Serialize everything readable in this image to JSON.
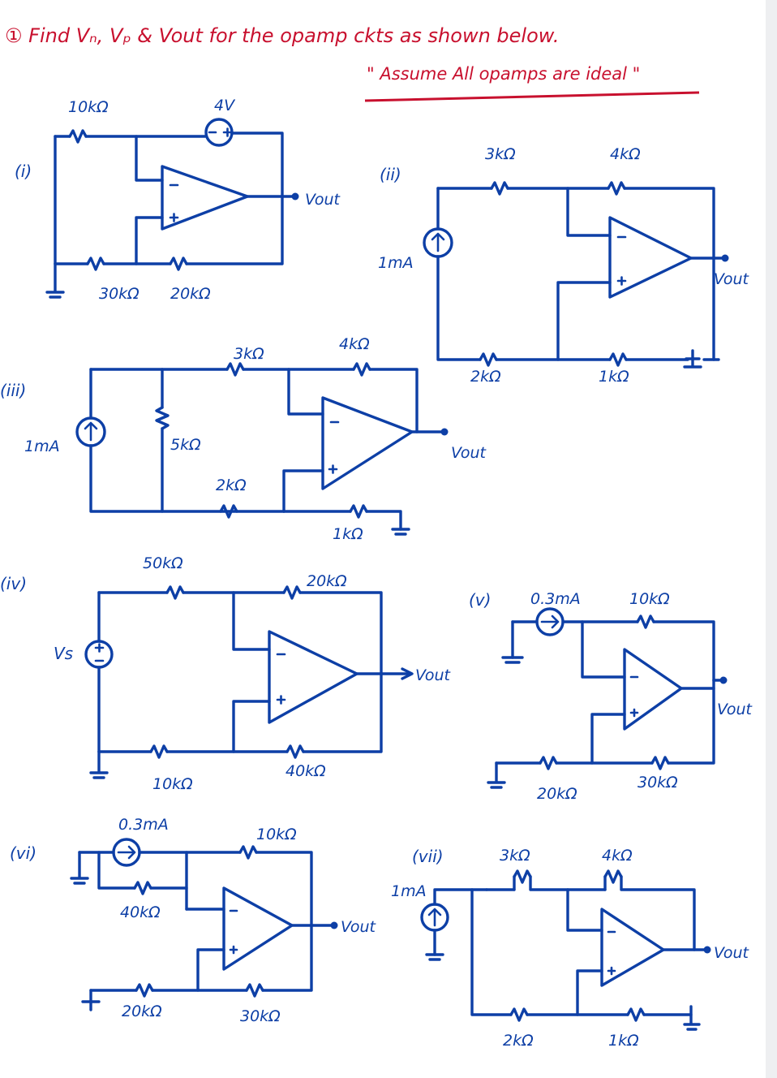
{
  "header": {
    "title": "① Find Vₙ, Vₚ & Vout for the opamp ckts as shown below.",
    "note": "\" Assume All opamps are ideal \""
  },
  "circuits": [
    {
      "id": "i",
      "label": "(i)",
      "r_top": "10kΩ",
      "source": "4V",
      "r_bottom_left": "30kΩ",
      "r_bottom_right": "20kΩ",
      "output": "Vout"
    },
    {
      "id": "ii",
      "label": "(ii)",
      "source": "1mA",
      "r_top_left": "3kΩ",
      "r_top_right": "4kΩ",
      "r_bottom_left": "2kΩ",
      "r_bottom_right": "1kΩ",
      "output": "Vout"
    },
    {
      "id": "iii",
      "label": "(iii)",
      "source": "1mA",
      "r_shunt": "5kΩ",
      "r_top_left": "3kΩ",
      "r_top_right": "4kΩ",
      "r_mid": "2kΩ",
      "r_bottom_right": "1kΩ",
      "output": "Vout"
    },
    {
      "id": "iv",
      "label": "(iv)",
      "source": "Vs",
      "r_top_left": "50kΩ",
      "r_top_right": "20kΩ",
      "r_bottom_left": "10kΩ",
      "r_bottom_right": "40kΩ",
      "output": "Vout"
    },
    {
      "id": "v",
      "label": "(v)",
      "source": "0.3mA",
      "r_top": "10kΩ",
      "r_bottom_left": "20kΩ",
      "r_bottom_right": "30kΩ",
      "output": "Vout"
    },
    {
      "id": "vi",
      "label": "(vi)",
      "source": "0.3mA",
      "r_source": "40kΩ",
      "r_top": "10kΩ",
      "r_bottom_left": "20kΩ",
      "r_bottom_right": "30kΩ",
      "output": "Vout"
    },
    {
      "id": "vii",
      "label": "(vii)",
      "source": "1mA",
      "r_top_left": "3kΩ",
      "r_top_right": "4kΩ",
      "r_bottom_left": "2kΩ",
      "r_bottom_right": "1kΩ",
      "output": "Vout"
    }
  ],
  "colors": {
    "ink": "#0d3fa6",
    "title_ink": "#c8102e",
    "paper": "#ffffff"
  }
}
